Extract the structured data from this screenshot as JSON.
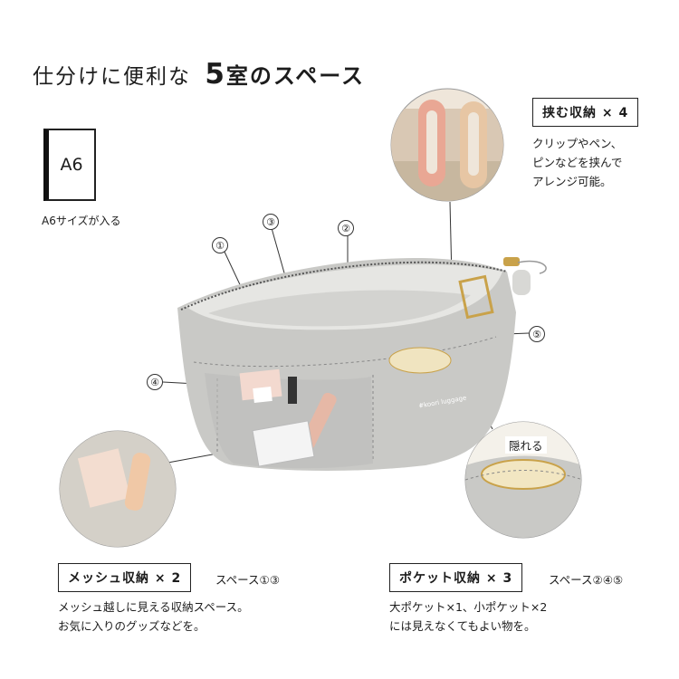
{
  "title": {
    "prefix": "仕分けに便利な",
    "highlight": "5",
    "suffix": "室のスペース"
  },
  "a6": {
    "card_label": "A6",
    "caption": "A6サイズが入る"
  },
  "clip_callout": {
    "label": "挟む収納 × 4",
    "description": [
      "クリップやペン、",
      "ピンなどを挟んで",
      "アレンジ可能。"
    ]
  },
  "mesh_callout": {
    "label": "メッシュ収納 × 2",
    "spaces": "スペース①③",
    "description": [
      "メッシュ越しに見える収納スペース。",
      "お気に入りのグッズなどを。"
    ]
  },
  "pocket_callout": {
    "label": "ポケット収納 × 3",
    "spaces": "スペース②④⑤",
    "description": [
      "大ポケット×1、小ポケット×2",
      "には見えなくてもよい物を。"
    ]
  },
  "hidden_label": "隠れる",
  "markers": [
    "①",
    "③",
    "②",
    "④",
    "⑤"
  ],
  "product_print": "#koori luggage",
  "colors": {
    "pouch": "#c9c9c6",
    "pouch_inner": "#e6e6e3",
    "clip_pink": "#e9a794",
    "clip_beige": "#e7c6a4",
    "strap": "#d9c8b4",
    "lipstick": "#e6b8a6",
    "brass": "#c9a24a"
  }
}
